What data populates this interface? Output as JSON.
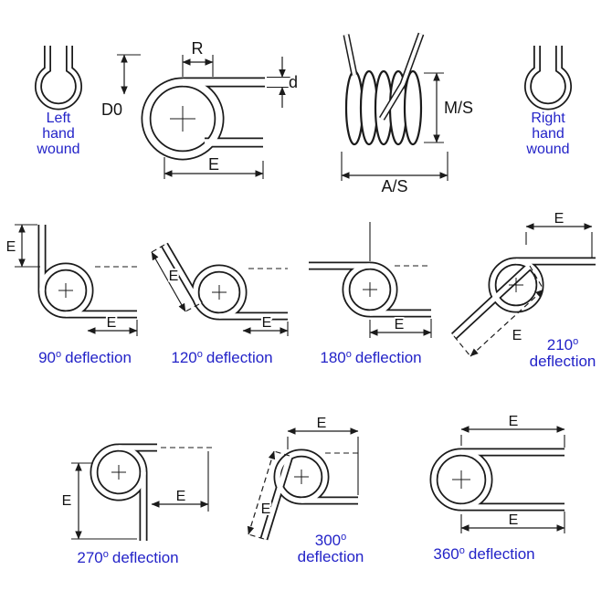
{
  "colors": {
    "bg": "#ffffff",
    "line": "#1b1b1b",
    "blue": "#2323c8"
  },
  "wound": {
    "left": [
      "Left",
      "hand",
      "wound"
    ],
    "right": [
      "Right",
      "hand",
      "wound"
    ]
  },
  "dims": {
    "R": "R",
    "d": "d",
    "D0": "D0",
    "E": "E",
    "MS": "M/S",
    "AS": "A/S"
  },
  "deflections": [
    {
      "angle": "90",
      "deg": "o",
      "word": "deflection"
    },
    {
      "angle": "120",
      "deg": "o",
      "word": "deflection"
    },
    {
      "angle": "180",
      "deg": "o",
      "word": "deflection"
    },
    {
      "angle": "210",
      "deg": "o",
      "word": "deflection"
    },
    {
      "angle": "270",
      "deg": "o",
      "word": "deflection"
    },
    {
      "angle": "300",
      "deg": "o",
      "word": "deflection"
    },
    {
      "angle": "360",
      "deg": "o",
      "word": "deflection"
    }
  ]
}
